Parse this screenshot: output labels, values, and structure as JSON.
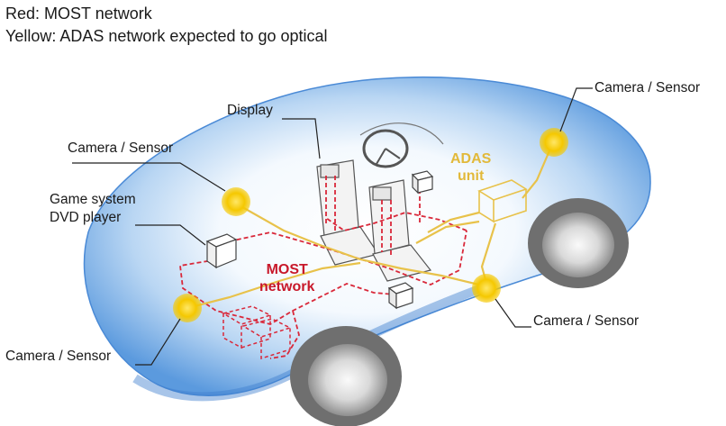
{
  "legend": {
    "red_line": "Red: MOST network",
    "yellow_line": "Yellow: ADAS network expected to go optical"
  },
  "labels": {
    "display": "Display",
    "camera_sensor_top_right": "Camera / Sensor",
    "camera_sensor_left": "Camera / Sensor",
    "game_system": "Game system",
    "dvd_player": "DVD player",
    "camera_sensor_right": "Camera / Sensor",
    "camera_sensor_bottom_left": "Camera / Sensor"
  },
  "tags": {
    "adas_line1": "ADAS",
    "adas_line2": "unit",
    "most_line1": "MOST",
    "most_line2": "network"
  },
  "colors": {
    "most_network": "#d9283a",
    "adas_network": "#e8c24a",
    "sensor_node": "#f5c800",
    "car_body": "#5f9fe0"
  }
}
